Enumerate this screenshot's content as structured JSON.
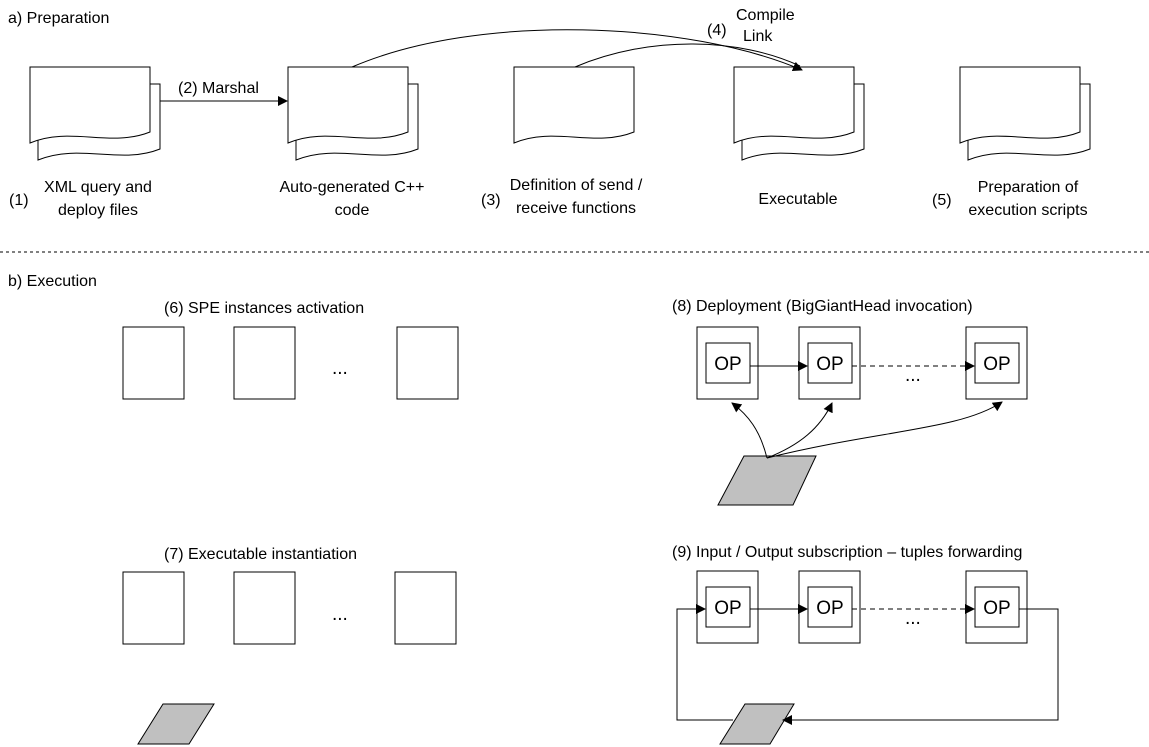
{
  "preparation": {
    "section_label": "a) Preparation",
    "marshal_label": "(2) Marshal",
    "compile_step": "(4)",
    "compile_line1": "Compile",
    "compile_line2": "Link",
    "doc1": {
      "num": "(1)",
      "line1": "XML query and",
      "line2": "deploy files"
    },
    "doc2": {
      "line1": "Auto-generated C++",
      "line2": "code"
    },
    "doc3": {
      "num": "(3)",
      "line1": "Definition of send /",
      "line2": "receive functions"
    },
    "doc4": {
      "line1": "Executable"
    },
    "doc5": {
      "num": "(5)",
      "line1": "Preparation of",
      "line2": "execution scripts"
    }
  },
  "execution": {
    "section_label": "b) Execution",
    "step6": "(6)  SPE instances activation",
    "step7": "(7)  Executable instantiation",
    "step8": "(8)  Deployment (BigGiantHead invocation)",
    "step9": "(9)  Input / Output subscription – tuples forwarding",
    "ellipsis": "...",
    "op_label": "OP"
  },
  "colors": {
    "stroke": "#000000",
    "fill_shape": "#c0c0c0",
    "background": "#ffffff"
  }
}
